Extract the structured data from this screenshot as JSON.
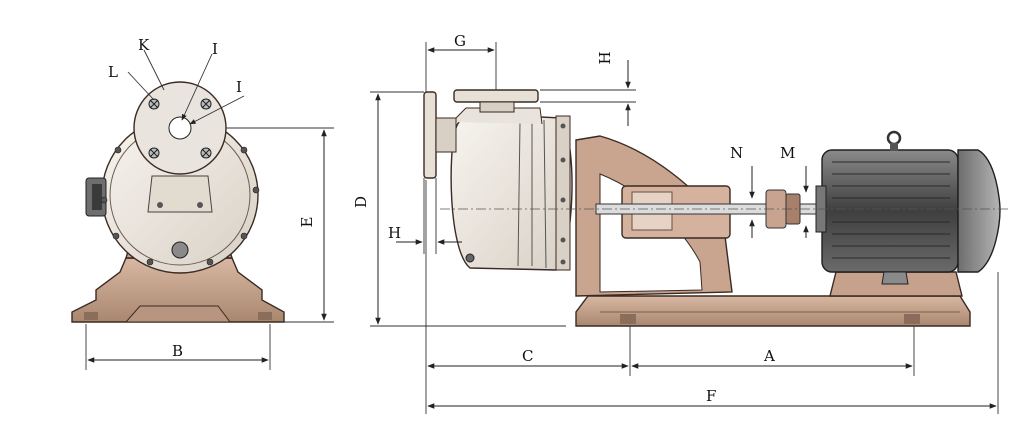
{
  "labels": {
    "K": "K",
    "L": "L",
    "I_top": "I",
    "I_right": "I",
    "G": "G",
    "H_top": "H",
    "H_left": "H",
    "D": "D",
    "E": "E",
    "B": "B",
    "N": "N",
    "M": "M",
    "C": "C",
    "A": "A",
    "F": "F"
  },
  "colors": {
    "pump_casing": "#ece7df",
    "base": "#c9a58f",
    "base_shadow": "#a88672",
    "motor": "#5a5a5a",
    "motor_light": "#9a9a9a",
    "line": "#222222"
  }
}
